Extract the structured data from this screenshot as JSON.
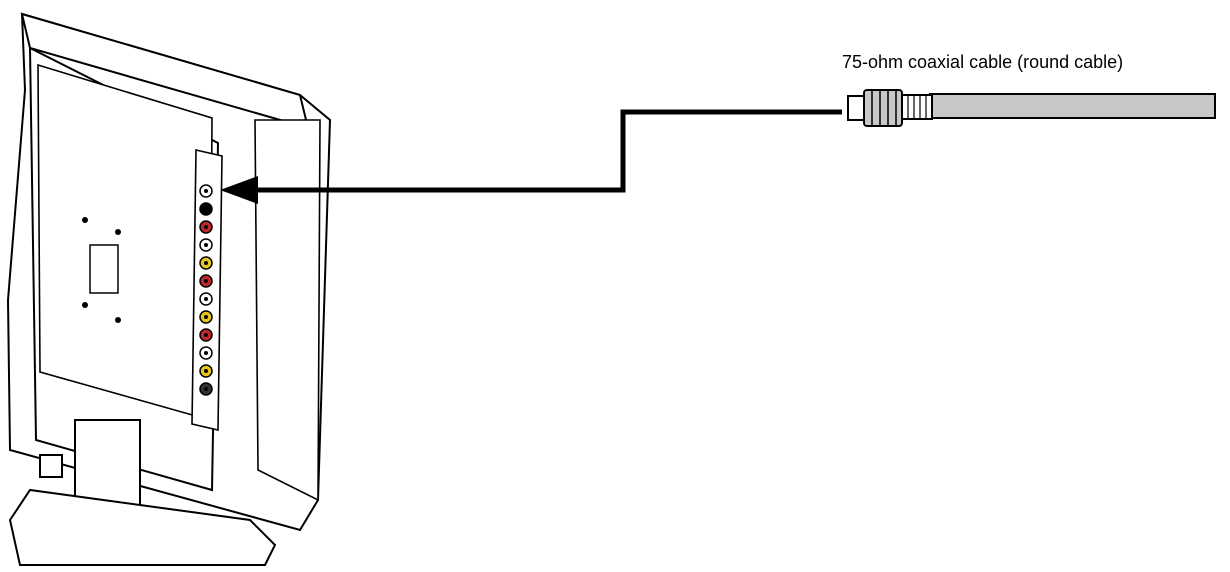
{
  "figure": {
    "cable_label": "75-ohm coaxial cable (round cable)"
  },
  "colors": {
    "line": "#000000",
    "cable_fill": "#c8c8c8",
    "jack_red": "#c0272d",
    "jack_yellow": "#e6c51e",
    "jack_white": "#ffffff"
  },
  "tv": {
    "side_jacks": [
      "coax",
      "s-video",
      "red",
      "white",
      "yellow",
      "red",
      "white",
      "yellow",
      "red",
      "white",
      "yellow",
      "headphone"
    ]
  }
}
